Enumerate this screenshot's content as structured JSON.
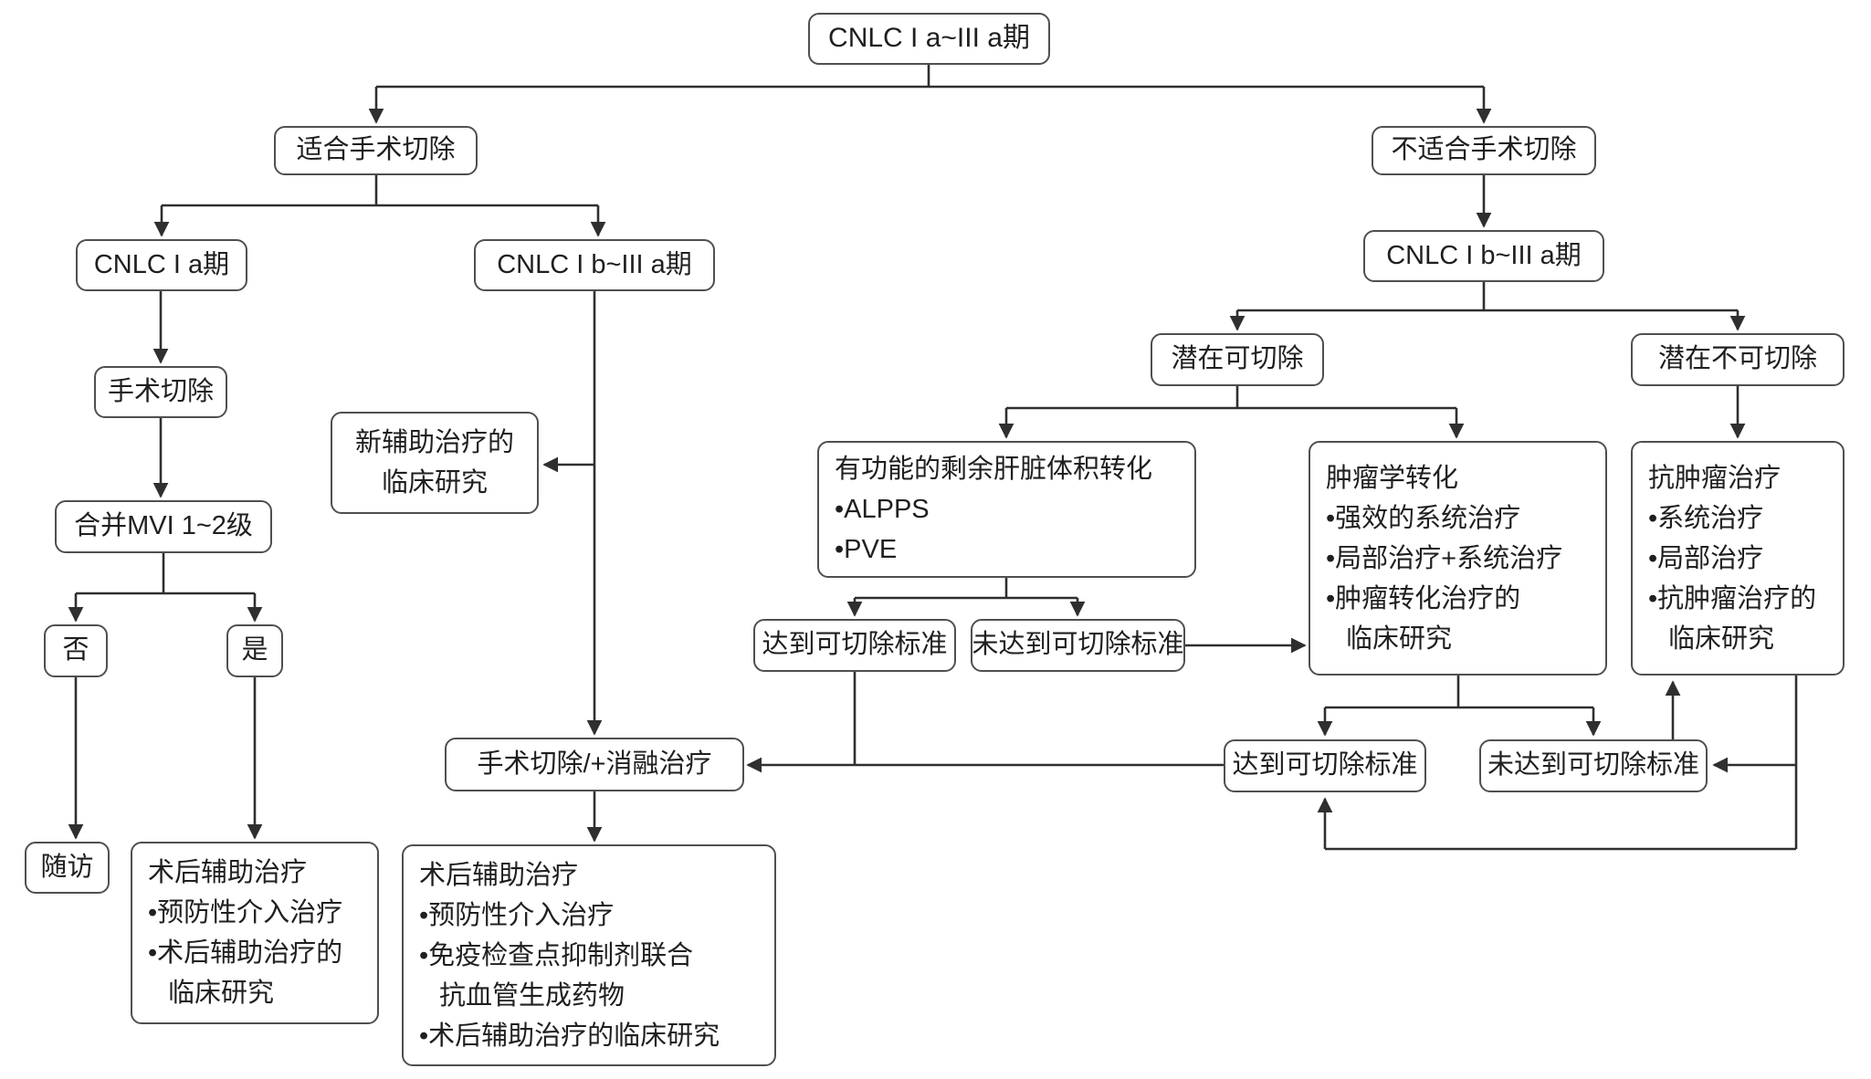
{
  "colors": {
    "background": "#ffffff",
    "box_border": "#4f4f4f",
    "connector_line": "#2f2f2f",
    "text": "#1f1f1f"
  },
  "nodes": {
    "title": "CNLC I a~III a期",
    "fit_surgery": "适合手术切除",
    "unfit_surgery": "不适合手术切除",
    "cnlc_1a": "CNLC I a期",
    "cnlc_1b_3a_left": "CNLC I b~III a期",
    "cnlc_1b_3a_right": "CNLC I b~III a期",
    "surgical_resection": "手术切除",
    "neoadjuvant": {
      "l1": "新辅助治疗的",
      "l2": "临床研究"
    },
    "mvi": "合并MVI 1~2级",
    "no": "否",
    "yes": "是",
    "followup": "随访",
    "postop_left": {
      "l1": "术后辅助治疗",
      "l2": "•预防性介入治疗",
      "l3": "•术后辅助治疗的",
      "l4": "临床研究"
    },
    "resection_ablation": "手术切除/+消融治疗",
    "postop_mid": {
      "l1": "术后辅助治疗",
      "l2": "•预防性介入治疗",
      "l3": "•免疫检查点抑制剂联合",
      "l4": "抗血管生成药物",
      "l5": "•术后辅助治疗的临床研究"
    },
    "potentially_resectable": "潜在可切除",
    "potentially_unresectable": "潜在不可切除",
    "flr_conversion": {
      "l1": "有功能的剩余肝脏体积转化",
      "l2": "•ALPPS",
      "l3": "•PVE"
    },
    "oncologic_conversion": {
      "l1": "肿瘤学转化",
      "l2": "•强效的系统治疗",
      "l3": "•局部治疗+系统治疗",
      "l4": "•肿瘤转化治疗的",
      "l5": "临床研究"
    },
    "antitumor_therapy": {
      "l1": "抗肿瘤治疗",
      "l2": "•系统治疗",
      "l3": "•局部治疗",
      "l4": "•抗肿瘤治疗的",
      "l5": "临床研究"
    },
    "criteria_met_mid": "达到可切除标准",
    "criteria_not_met_mid": "未达到可切除标准",
    "criteria_met_bottom": "达到可切除标准",
    "criteria_not_met_bottom": "未达到可切除标准"
  }
}
